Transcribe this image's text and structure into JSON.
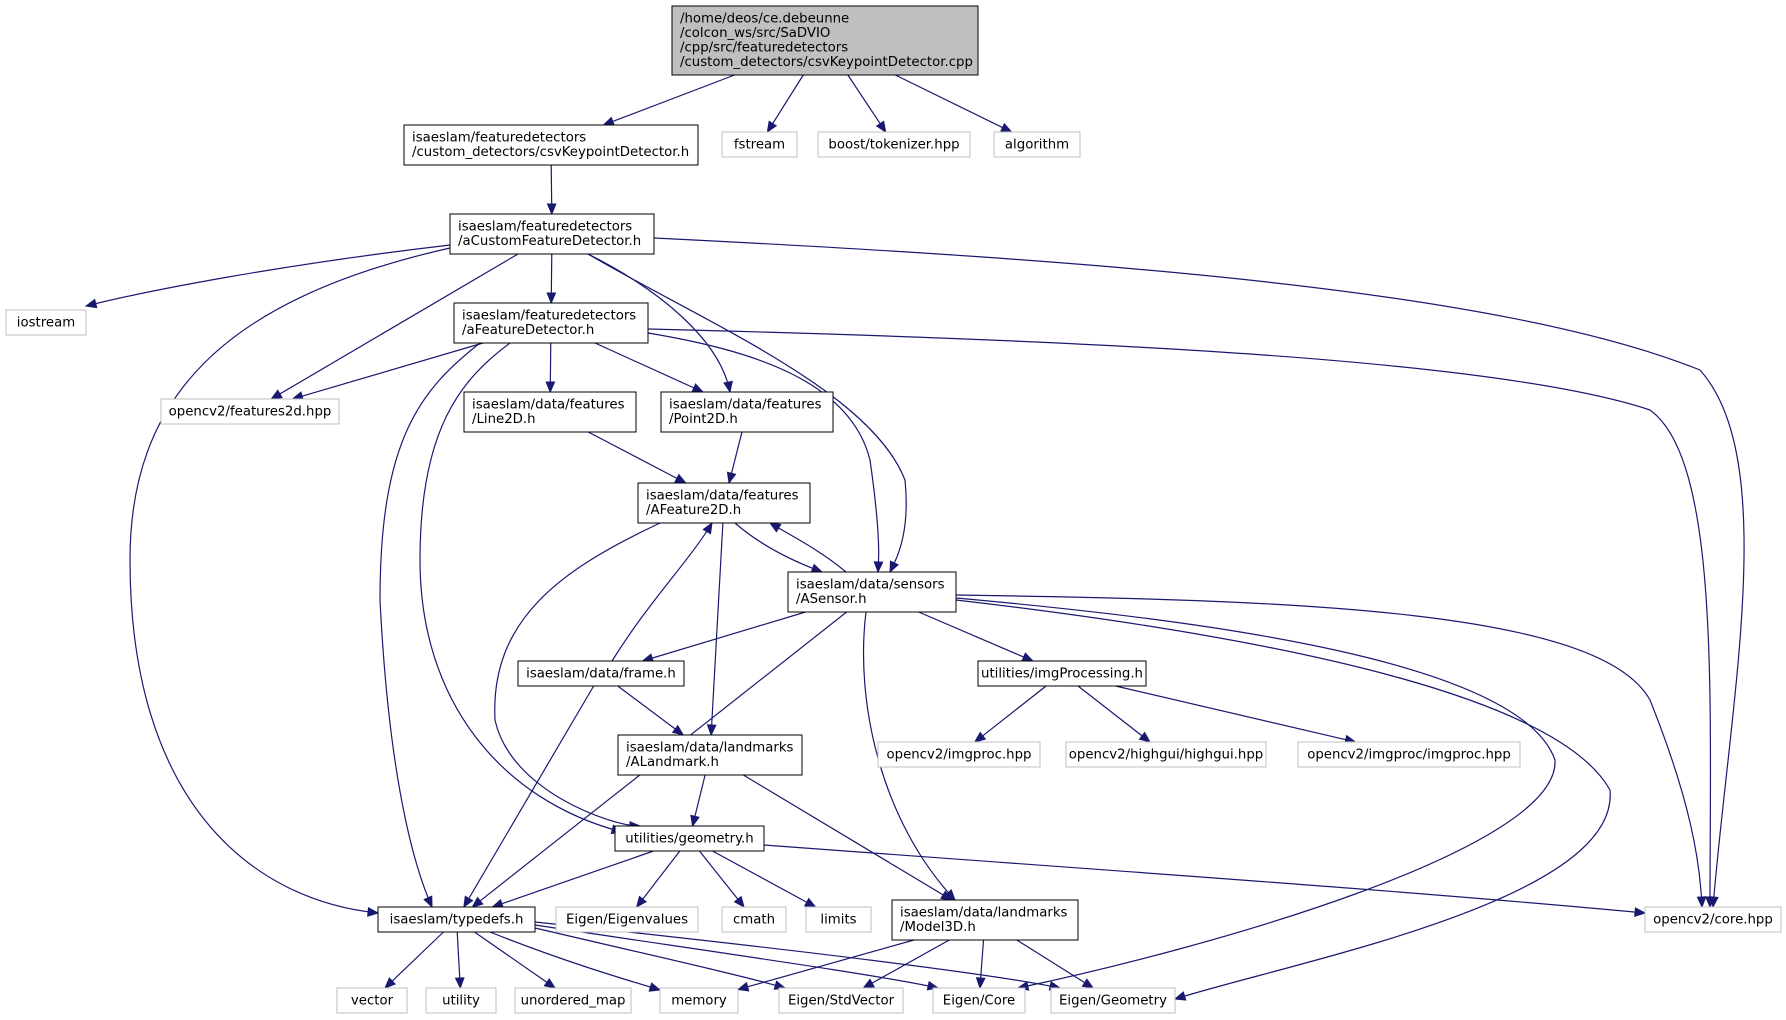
{
  "colors": {
    "edge": "#191970",
    "root_fill": "#bfbfbf",
    "local_border": "#000000",
    "external_border": "#bfbfbf"
  },
  "nodes": [
    {
      "id": "root",
      "kind": "root",
      "lines": [
        "/home/deos/ce.debeunne",
        "/colcon_ws/src/SaDVIO",
        "/cpp/src/featuredetectors",
        "/custom_detectors/csvKeypointDetector.cpp"
      ]
    },
    {
      "id": "csvh",
      "kind": "local",
      "lines": [
        "isaeslam/featuredetectors",
        "/custom_detectors/csvKeypointDetector.h"
      ]
    },
    {
      "id": "fstream",
      "kind": "ext",
      "lines": [
        "fstream"
      ]
    },
    {
      "id": "tokenizer",
      "kind": "ext",
      "lines": [
        "boost/tokenizer.hpp"
      ]
    },
    {
      "id": "algorithm",
      "kind": "ext",
      "lines": [
        "algorithm"
      ]
    },
    {
      "id": "acustom",
      "kind": "local",
      "lines": [
        "isaeslam/featuredetectors",
        "/aCustomFeatureDetector.h"
      ]
    },
    {
      "id": "iostream",
      "kind": "ext",
      "lines": [
        "iostream"
      ]
    },
    {
      "id": "afeat",
      "kind": "local",
      "lines": [
        "isaeslam/featuredetectors",
        "/aFeatureDetector.h"
      ]
    },
    {
      "id": "features2d",
      "kind": "ext",
      "lines": [
        "opencv2/features2d.hpp"
      ]
    },
    {
      "id": "line2d",
      "kind": "local",
      "lines": [
        "isaeslam/data/features",
        "/Line2D.h"
      ]
    },
    {
      "id": "point2d",
      "kind": "local",
      "lines": [
        "isaeslam/data/features",
        "/Point2D.h"
      ]
    },
    {
      "id": "afeature2d",
      "kind": "local",
      "lines": [
        "isaeslam/data/features",
        "/AFeature2D.h"
      ]
    },
    {
      "id": "asensor",
      "kind": "local",
      "lines": [
        "isaeslam/data/sensors",
        "/ASensor.h"
      ]
    },
    {
      "id": "frame",
      "kind": "local",
      "lines": [
        "isaeslam/data/frame.h"
      ]
    },
    {
      "id": "imgproc_util",
      "kind": "local",
      "lines": [
        "utilities/imgProcessing.h"
      ]
    },
    {
      "id": "imgproc",
      "kind": "ext",
      "lines": [
        "opencv2/imgproc.hpp"
      ]
    },
    {
      "id": "highgui",
      "kind": "ext",
      "lines": [
        "opencv2/highgui/highgui.hpp"
      ]
    },
    {
      "id": "imgproc2",
      "kind": "ext",
      "lines": [
        "opencv2/imgproc/imgproc.hpp"
      ]
    },
    {
      "id": "alandmark",
      "kind": "local",
      "lines": [
        "isaeslam/data/landmarks",
        "/ALandmark.h"
      ]
    },
    {
      "id": "geometry",
      "kind": "local",
      "lines": [
        "utilities/geometry.h"
      ]
    },
    {
      "id": "typedefs",
      "kind": "local",
      "lines": [
        "isaeslam/typedefs.h"
      ]
    },
    {
      "id": "eigenvalues",
      "kind": "ext",
      "lines": [
        "Eigen/Eigenvalues"
      ]
    },
    {
      "id": "cmath",
      "kind": "ext",
      "lines": [
        "cmath"
      ]
    },
    {
      "id": "limits",
      "kind": "ext",
      "lines": [
        "limits"
      ]
    },
    {
      "id": "model3d",
      "kind": "local",
      "lines": [
        "isaeslam/data/landmarks",
        "/Model3D.h"
      ]
    },
    {
      "id": "core",
      "kind": "ext",
      "lines": [
        "opencv2/core.hpp"
      ]
    },
    {
      "id": "vector",
      "kind": "ext",
      "lines": [
        "vector"
      ]
    },
    {
      "id": "utility",
      "kind": "ext",
      "lines": [
        "utility"
      ]
    },
    {
      "id": "unordered",
      "kind": "ext",
      "lines": [
        "unordered_map"
      ]
    },
    {
      "id": "memory",
      "kind": "ext",
      "lines": [
        "memory"
      ]
    },
    {
      "id": "stdvector",
      "kind": "ext",
      "lines": [
        "Eigen/StdVector"
      ]
    },
    {
      "id": "eigencore",
      "kind": "ext",
      "lines": [
        "Eigen/Core"
      ]
    },
    {
      "id": "eigengeom",
      "kind": "ext",
      "lines": [
        "Eigen/Geometry"
      ]
    }
  ],
  "edges": [
    [
      "root",
      "csvh"
    ],
    [
      "root",
      "fstream"
    ],
    [
      "root",
      "tokenizer"
    ],
    [
      "root",
      "algorithm"
    ],
    [
      "csvh",
      "acustom"
    ],
    [
      "acustom",
      "iostream"
    ],
    [
      "acustom",
      "features2d"
    ],
    [
      "acustom",
      "afeat"
    ],
    [
      "acustom",
      "point2d"
    ],
    [
      "acustom",
      "asensor"
    ],
    [
      "acustom",
      "typedefs"
    ],
    [
      "acustom",
      "core"
    ],
    [
      "afeat",
      "features2d"
    ],
    [
      "afeat",
      "line2d"
    ],
    [
      "afeat",
      "point2d"
    ],
    [
      "afeat",
      "asensor"
    ],
    [
      "afeat",
      "geometry"
    ],
    [
      "afeat",
      "typedefs"
    ],
    [
      "afeat",
      "core"
    ],
    [
      "line2d",
      "afeature2d"
    ],
    [
      "point2d",
      "afeature2d"
    ],
    [
      "afeature2d",
      "asensor"
    ],
    [
      "afeature2d",
      "alandmark"
    ],
    [
      "afeature2d",
      "geometry"
    ],
    [
      "asensor",
      "afeature2d"
    ],
    [
      "asensor",
      "frame"
    ],
    [
      "asensor",
      "imgproc_util"
    ],
    [
      "asensor",
      "model3d"
    ],
    [
      "asensor",
      "typedefs"
    ],
    [
      "asensor",
      "core"
    ],
    [
      "asensor",
      "eigencore"
    ],
    [
      "asensor",
      "eigengeom"
    ],
    [
      "frame",
      "afeature2d"
    ],
    [
      "frame",
      "alandmark"
    ],
    [
      "frame",
      "typedefs"
    ],
    [
      "imgproc_util",
      "imgproc"
    ],
    [
      "imgproc_util",
      "highgui"
    ],
    [
      "imgproc_util",
      "imgproc2"
    ],
    [
      "alandmark",
      "geometry"
    ],
    [
      "alandmark",
      "model3d"
    ],
    [
      "geometry",
      "typedefs"
    ],
    [
      "geometry",
      "eigenvalues"
    ],
    [
      "geometry",
      "cmath"
    ],
    [
      "geometry",
      "limits"
    ],
    [
      "geometry",
      "core"
    ],
    [
      "model3d",
      "memory"
    ],
    [
      "model3d",
      "stdvector"
    ],
    [
      "model3d",
      "eigencore"
    ],
    [
      "model3d",
      "eigengeom"
    ],
    [
      "typedefs",
      "vector"
    ],
    [
      "typedefs",
      "utility"
    ],
    [
      "typedefs",
      "unordered"
    ],
    [
      "typedefs",
      "memory"
    ],
    [
      "typedefs",
      "stdvector"
    ],
    [
      "typedefs",
      "eigencore"
    ],
    [
      "typedefs",
      "eigengeom"
    ]
  ]
}
